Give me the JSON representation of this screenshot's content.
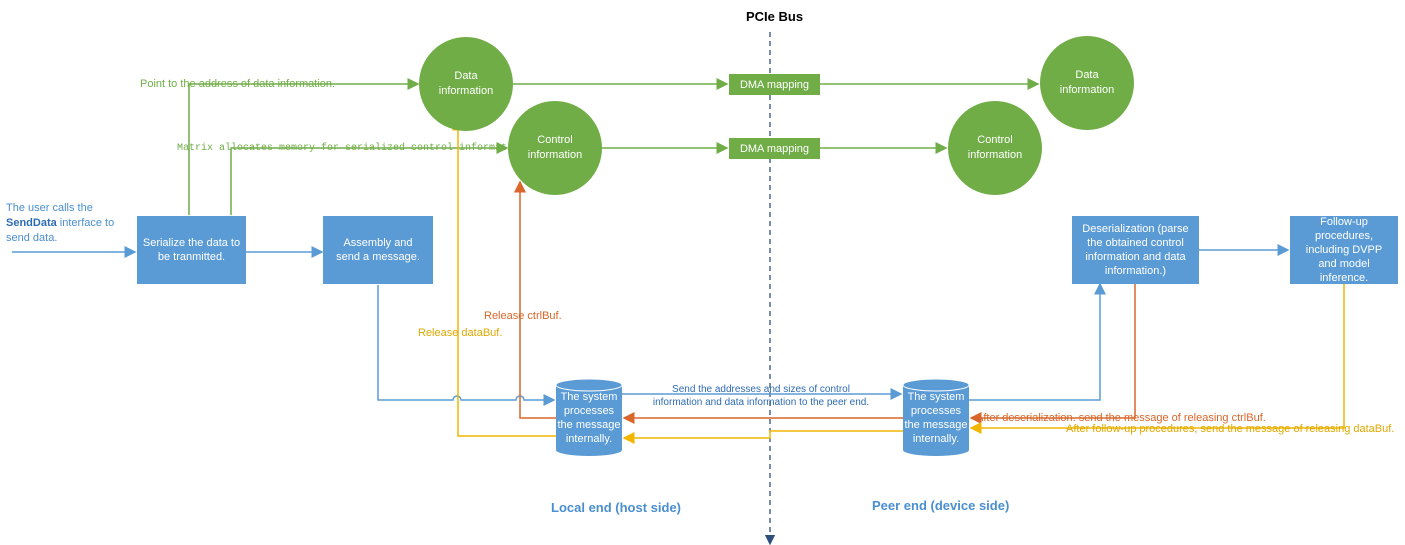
{
  "bus": {
    "title": "PCIe Bus"
  },
  "sides": {
    "local": "Local end (host side)",
    "peer": "Peer end (device side)"
  },
  "user_note": {
    "line1": "The user calls the",
    "bold": "SendData",
    "rest": " interface to",
    "line3": "send data."
  },
  "boxes": {
    "serialize": "Serialize the data to be tranmitted.",
    "assembly": "Assembly and send a message.",
    "deserialize": "Deserialization (parse the obtained control information and data information.)",
    "followup": "Follow-up procedures, including DVPP and model inference."
  },
  "circles": {
    "data_local": "Data information",
    "control_local": "Control information",
    "data_peer": "Data information",
    "control_peer": "Control information"
  },
  "dma": {
    "top": "DMA mapping",
    "bottom": "DMA mapping"
  },
  "cylinders": {
    "local": "The system processes the message internally.",
    "peer": "The system processes the message internally."
  },
  "annotations": {
    "point_to": "Point to the address of data information.",
    "matrix_alloc": "Matrix allocates memory for serialized control information.",
    "release_ctrl": "Release ctrlBuf.",
    "release_data": "Release dataBuf.",
    "send_addresses": "Send the addresses and sizes of control information and data information to the peer end.",
    "after_deser": "After deserialization. send the message of releasing ctrlBuf.",
    "after_followup": "After follow-up procedures, send the message of releasing dataBuf."
  },
  "colors": {
    "blue": "#5b9bd5",
    "green": "#70ad47",
    "orange": "#d9662a",
    "yellow": "#f2b600",
    "bus": "#2f4f7f"
  }
}
